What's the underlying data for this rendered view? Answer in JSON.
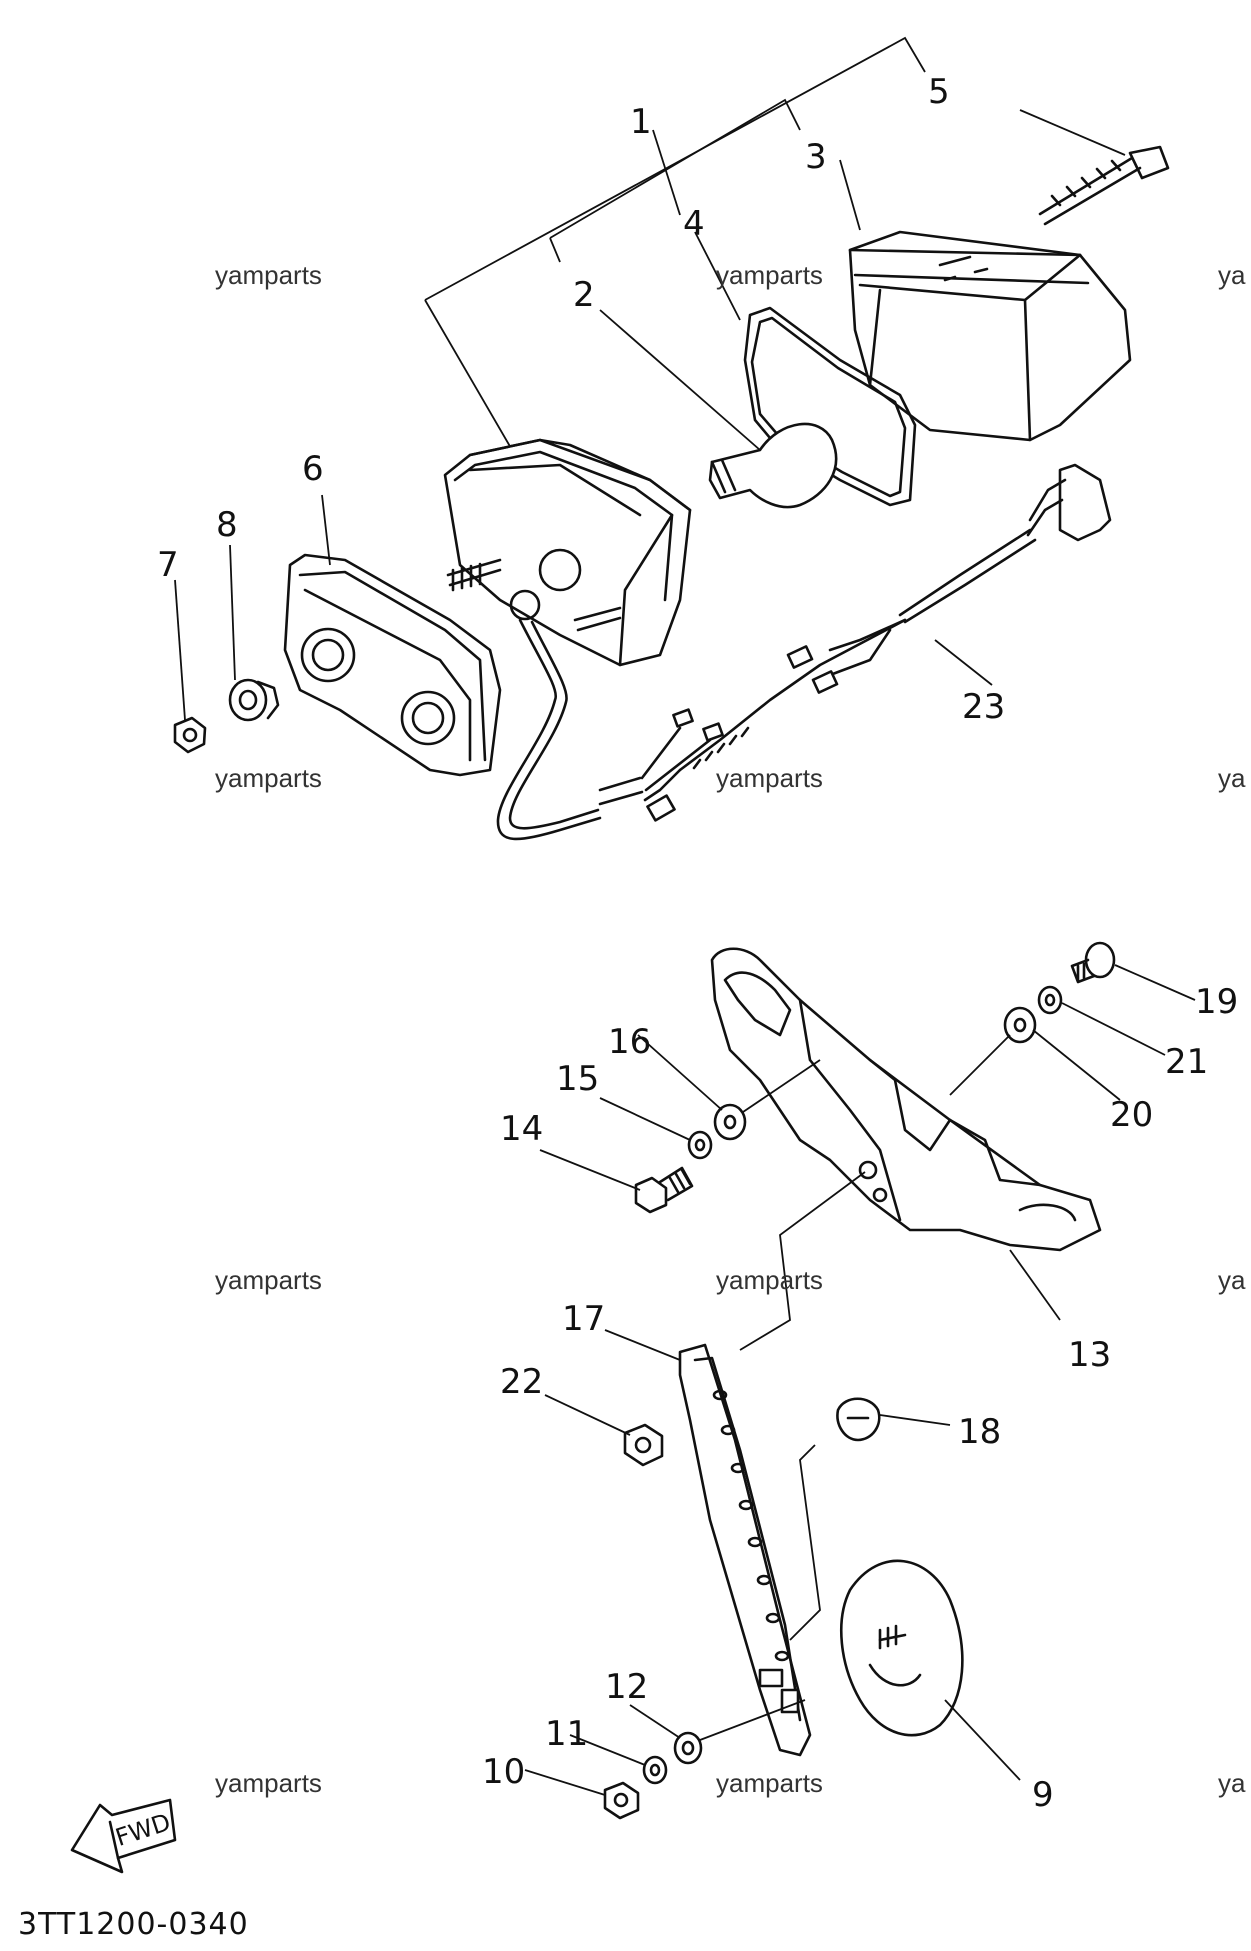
{
  "watermark": "yamparts",
  "watermark_clipped": "ya",
  "diagram_code": "3TT1200-0340",
  "fwd_label": "FWD",
  "callouts": {
    "p1": "1",
    "p2": "2",
    "p3": "3",
    "p4": "4",
    "p5": "5",
    "p6": "6",
    "p7": "7",
    "p8": "8",
    "p9": "9",
    "p10": "10",
    "p11": "11",
    "p12": "12",
    "p13": "13",
    "p14": "14",
    "p15": "15",
    "p16": "16",
    "p17": "17",
    "p18": "18",
    "p19": "19",
    "p20": "20",
    "p21": "21",
    "p22": "22",
    "p23": "23"
  }
}
